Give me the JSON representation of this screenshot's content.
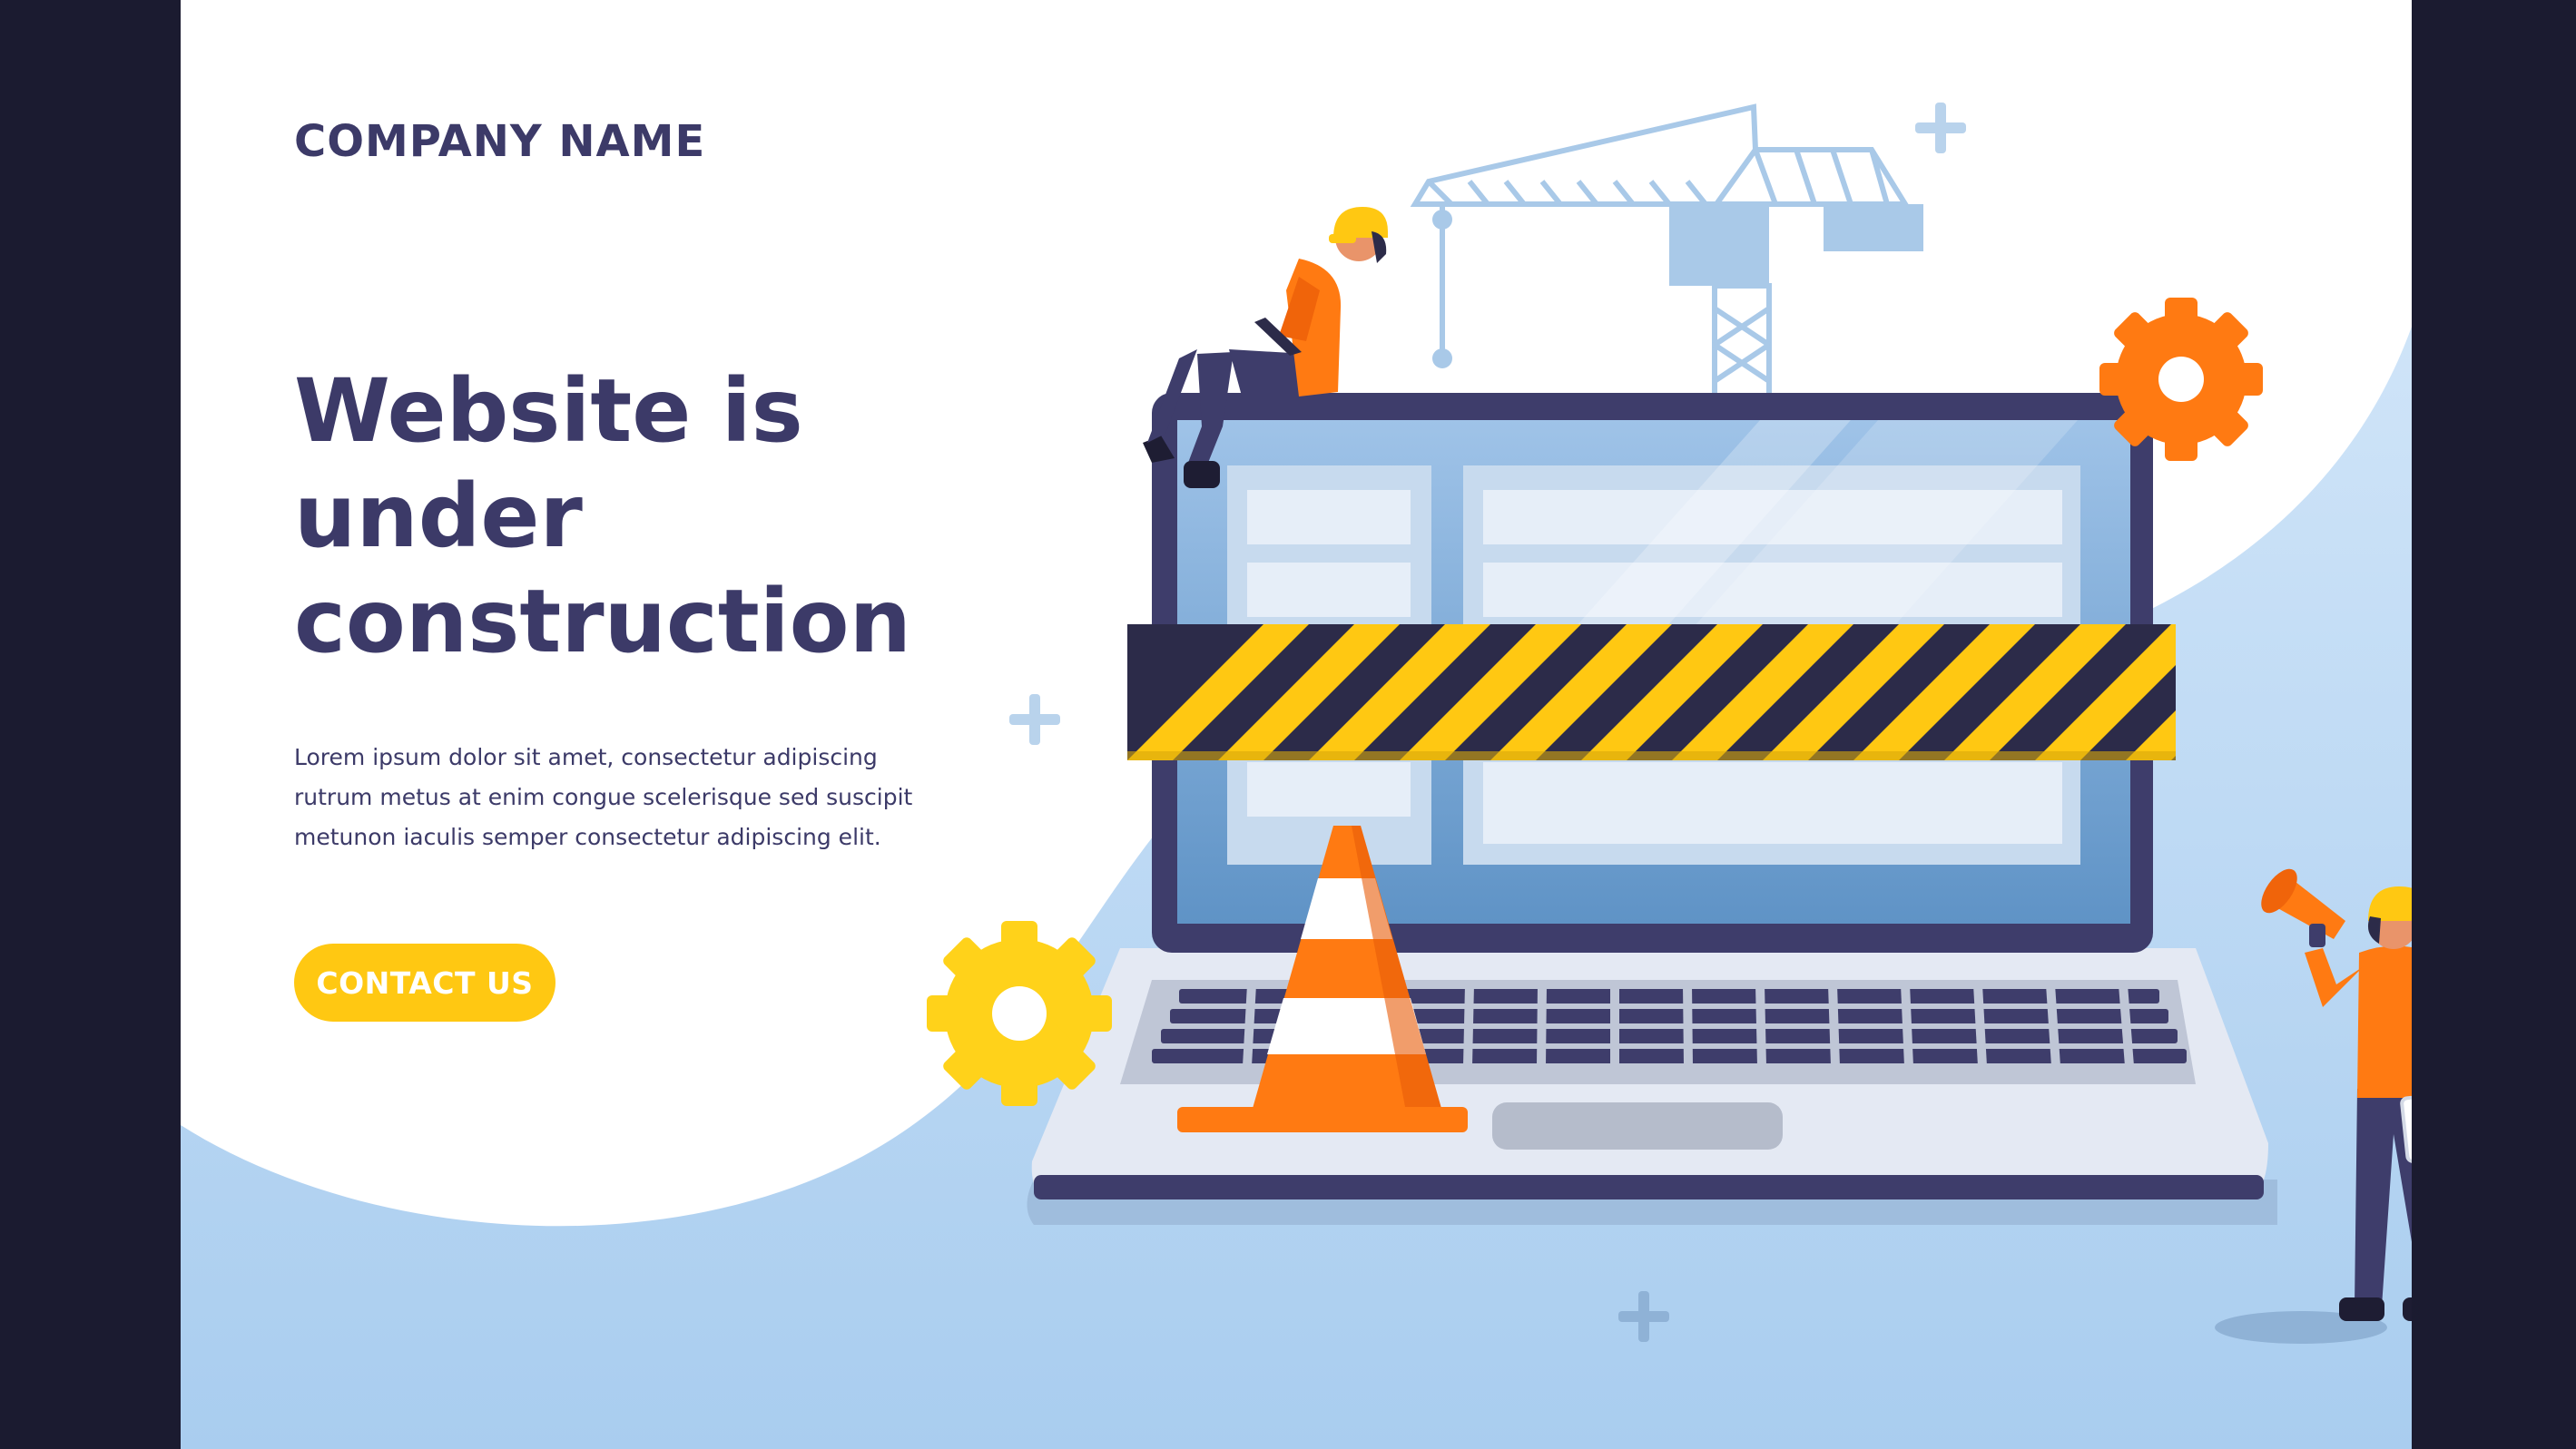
{
  "page": {
    "company_name": "COMPANY NAME",
    "headline_line1": "Website is",
    "headline_line2": "under",
    "headline_line3": "construction",
    "body_line1": "Lorem ipsum dolor sit amet, consectetur adipiscing",
    "body_line2": "rutrum metus at enim congue scelerisque sed suscipit",
    "body_line3": "metunon iaculis semper consectetur adipiscing elit.",
    "contact_button": "CONTACT US"
  },
  "colors": {
    "outer_background": "#1b1b30",
    "panel_background": "#ffffff",
    "wave_light_blue": "#b6d6f2",
    "heading_navy": "#3c3a68",
    "accent_yellow": "#ffc812",
    "accent_orange": "#ff7a12",
    "screen_blue": "#7aaad8",
    "crane_blue": "#a9c9e8"
  },
  "illustration": {
    "icons": [
      "crane-icon",
      "laptop-icon",
      "caution-tape-icon",
      "traffic-cone-icon",
      "gear-icon",
      "worker-figure",
      "megaphone-icon",
      "plus-sparkle-icon"
    ]
  }
}
